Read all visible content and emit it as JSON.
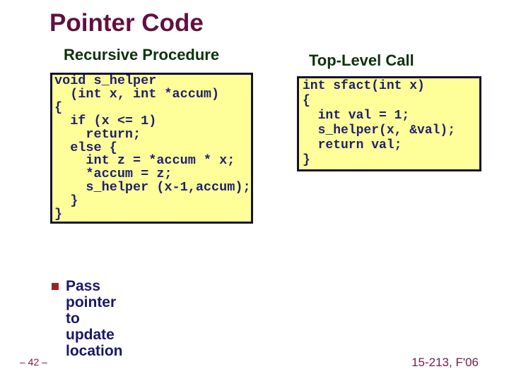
{
  "slide": {
    "title": "Pointer Code",
    "page_number": "– 42 –",
    "course_footer": "15-213, F'06"
  },
  "sections": {
    "recursive": {
      "heading": "Recursive Procedure",
      "code": "void s_helper\n  (int x, int *accum)\n{\n  if (x <= 1)\n    return;\n  else {\n    int z = *accum * x;\n    *accum = z;\n    s_helper (x-1,accum);\n  }\n}"
    },
    "toplevel": {
      "heading": "Top-Level Call",
      "code": "int sfact(int x)\n{\n  int val = 1;\n  s_helper(x, &val);\n  return val;\n}"
    }
  },
  "bullets": [
    {
      "marker": "square-bullet-icon",
      "text": "Pass pointer to update location"
    }
  ],
  "colors": {
    "title": "#611040",
    "section_heading": "#0d330d",
    "code_text": "#202070",
    "code_background": "#ffff99",
    "code_border": "#131330",
    "bullet_square": "#9c2222",
    "bullet_text": "#181868",
    "footer_text": "#70204a",
    "slide_background": "#ffffff"
  }
}
